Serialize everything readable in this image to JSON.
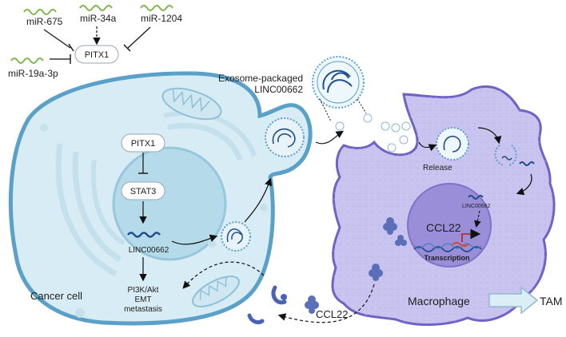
{
  "mirnas": {
    "mir675": "miR-675",
    "mir34a": "miR-34a",
    "mir1204": "miR-1204",
    "mir19a": "miR-19a-3p"
  },
  "top_target": "PITX1",
  "exosome_label": [
    "Exosome-packaged",
    "LINC00662"
  ],
  "cell": {
    "pitx1": "PITX1",
    "stat3": "STAT3",
    "linc": "LINC00662",
    "outcomes": [
      "PI3K/Akt",
      "EMT",
      "metastasis"
    ],
    "name": "Cancer cell"
  },
  "macrophage": {
    "release": "Release",
    "linc_small": "LINC00662",
    "ccl22": "CCL22",
    "transcription": "Transcription",
    "name": "Macrophage",
    "tam": "TAM"
  },
  "secreted": "CCL22",
  "colors": {
    "cell_fill": "#d7ecf4",
    "cell_stroke": "#5aa0c8",
    "nucleus_fill": "#b5dbea",
    "macrophage_fill": "#c9c3ef",
    "macrophage_stroke": "#6f62c4",
    "mac_nucleus": "#9a8ed8",
    "rna_green": "#7fb84a",
    "rna_blue": "#1f4e8c",
    "protein": "#5a6fb7",
    "arrow_fill": "#dbeef6"
  }
}
